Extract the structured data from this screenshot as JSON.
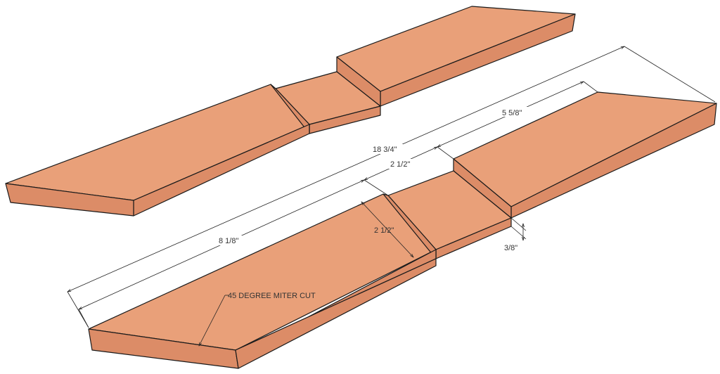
{
  "colors": {
    "top_face": "#E9A079",
    "front_face": "#E9A079",
    "side_face": "#DC8C67",
    "outline": "#1a1a1a",
    "dimension": "#222222",
    "background": "#ffffff"
  },
  "dimensions": {
    "overall_length": "18 3/4\"",
    "right_section": "5 5/8\"",
    "notch_width": "2 1/2\"",
    "left_section": "8 1/8\"",
    "notch_depth_width": "2 1/2\"",
    "notch_depth": "3/8\""
  },
  "annotations": {
    "miter_cut": "45 DEGREE MITER CUT"
  }
}
